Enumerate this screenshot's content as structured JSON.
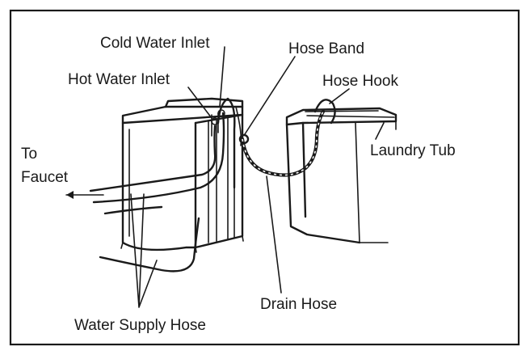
{
  "labels": {
    "cold_water_inlet": "Cold Water Inlet",
    "hose_band": "Hose Band",
    "hot_water_inlet": "Hot Water Inlet",
    "hose_hook": "Hose Hook",
    "laundry_tub": "Laundry Tub",
    "to": "To",
    "faucet": "Faucet",
    "drain_hose": "Drain Hose",
    "water_supply_hose": "Water Supply Hose"
  },
  "colors": {
    "ink": "#1a1a1a",
    "paper": "#ffffff"
  }
}
